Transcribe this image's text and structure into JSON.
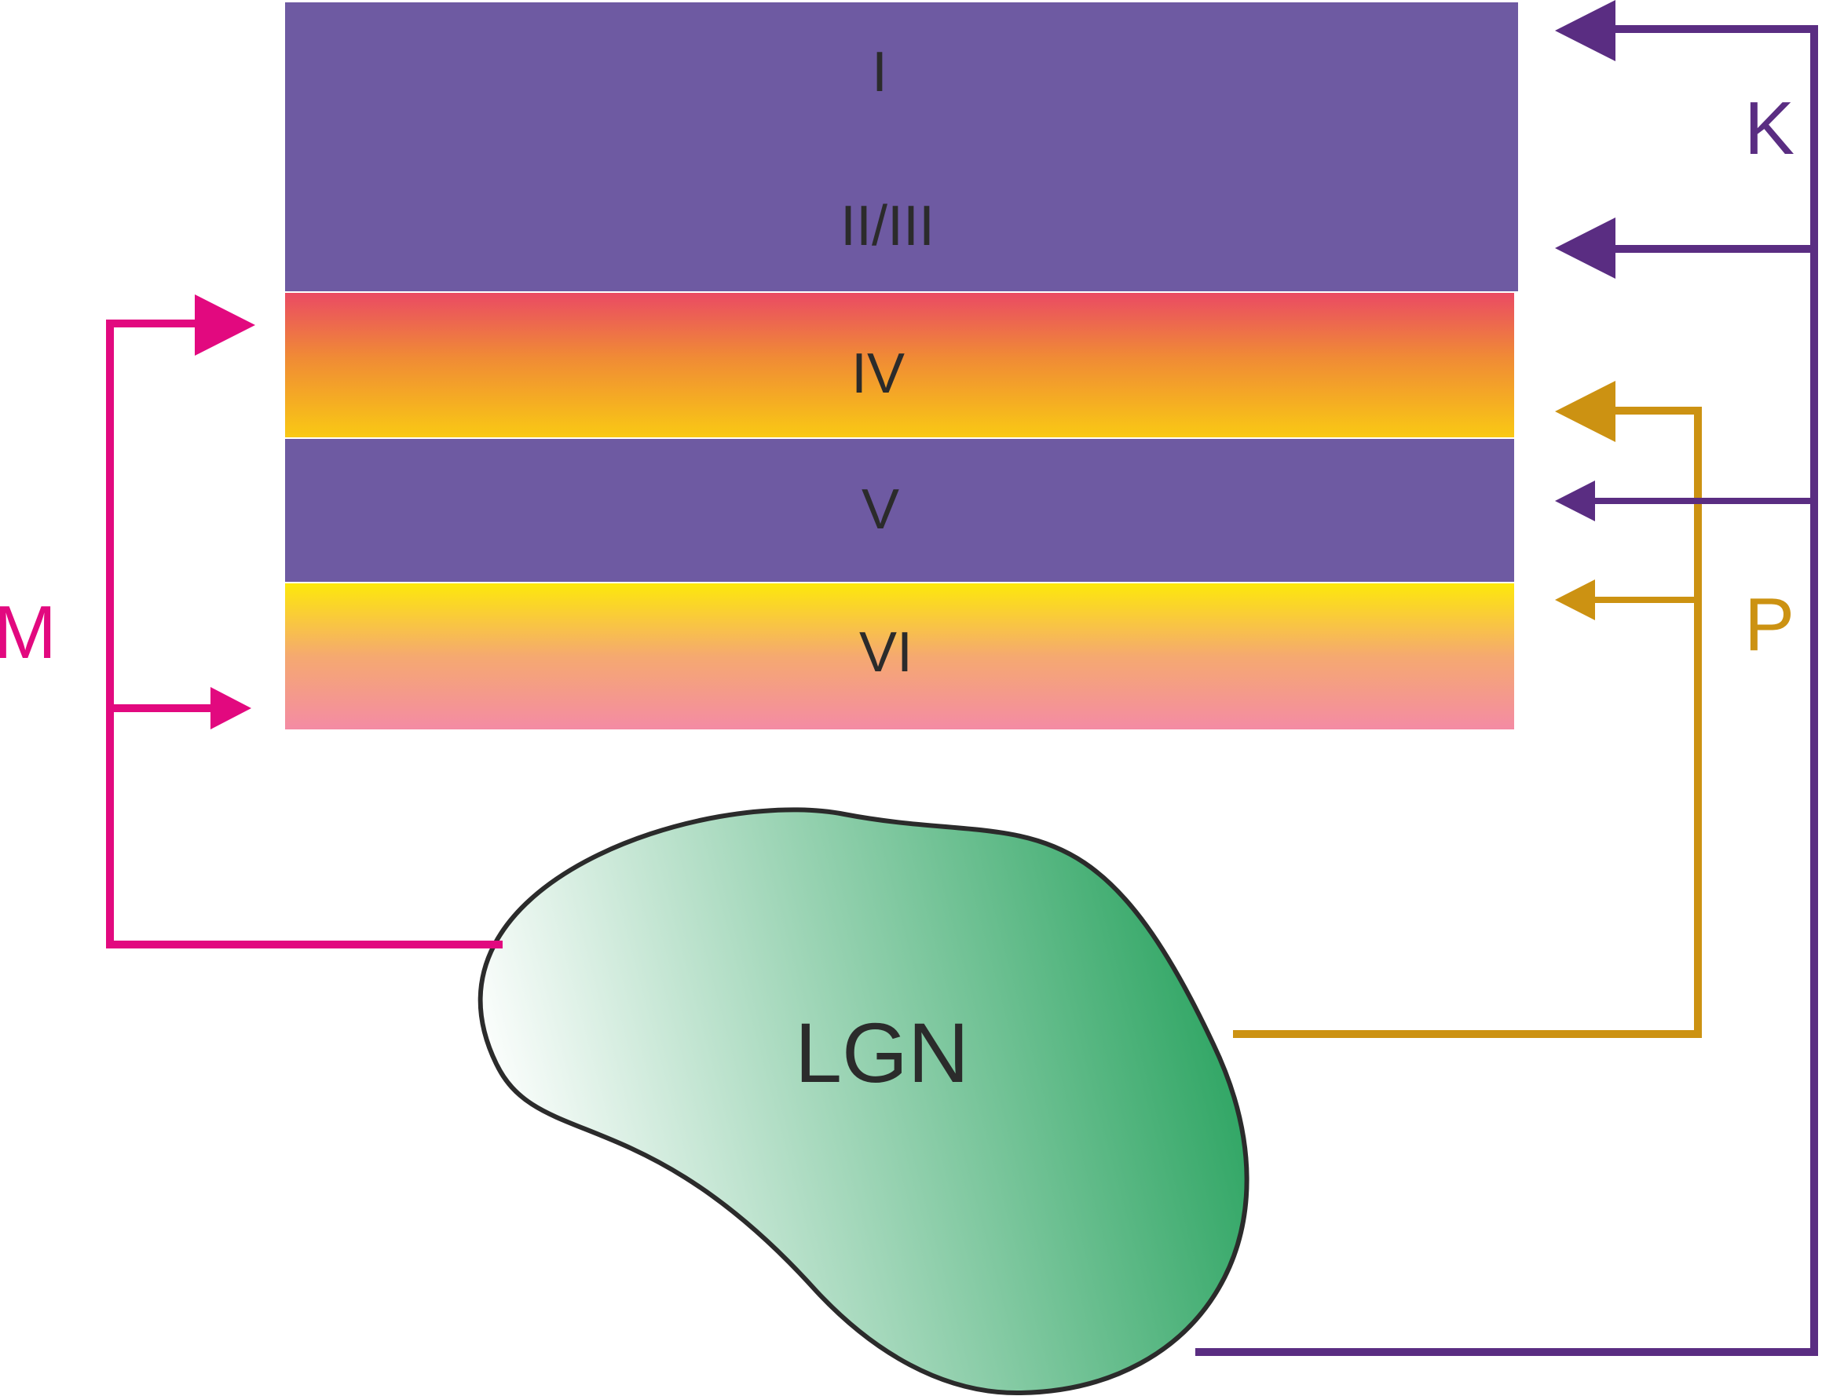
{
  "layers": [
    {
      "id": "I",
      "label": "I"
    },
    {
      "id": "II_III",
      "label": "II/III"
    },
    {
      "id": "IV",
      "label": "IV"
    },
    {
      "id": "V",
      "label": "V"
    },
    {
      "id": "VI",
      "label": "VI"
    }
  ],
  "nucleus": {
    "label": "LGN"
  },
  "pathways": [
    {
      "id": "M",
      "label": "M",
      "color": "#e2097f",
      "targets": [
        "IV",
        "VI"
      ]
    },
    {
      "id": "P",
      "label": "P",
      "color": "#cc9212",
      "targets": [
        "IV",
        "VI"
      ]
    },
    {
      "id": "K",
      "label": "K",
      "color": "#5a2d82",
      "targets": [
        "I",
        "II_III",
        "V"
      ]
    }
  ],
  "colors": {
    "cortex_purple": "#6e5aa2",
    "layer_iv_gradient": [
      "#ea4a64",
      "#f08b35",
      "#f9c914"
    ],
    "layer_vi_gradient": [
      "#fde80b",
      "#f5a970",
      "#f48ba4"
    ],
    "lgn_gradient": [
      "#ffffff",
      "#1e9e57"
    ],
    "outline": "#2b2b2b"
  }
}
